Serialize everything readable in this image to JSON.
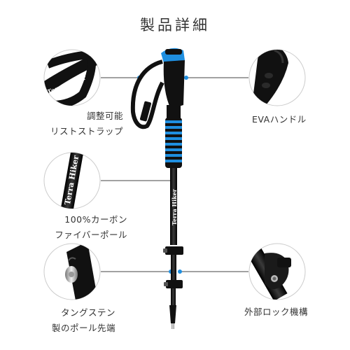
{
  "title": "製品詳細",
  "features": {
    "strap": {
      "line1": "調整可能",
      "line2": "リストストラップ",
      "strap_text": "Terra Hiker"
    },
    "grip": {
      "line1": "EVAハンドル"
    },
    "carbon": {
      "line1": "100%カーボン",
      "line2": "ファイバーポール",
      "shaft_text": "Terra Hiker"
    },
    "lock": {
      "line1": "外部ロック機構"
    },
    "tip": {
      "line1": "タングステン",
      "line2": "製のポール先端"
    }
  },
  "pole": {
    "brand_text": "Terra Hiker"
  },
  "colors": {
    "accent": "#1f8fe0",
    "dark": "#111111",
    "line": "#444444"
  }
}
